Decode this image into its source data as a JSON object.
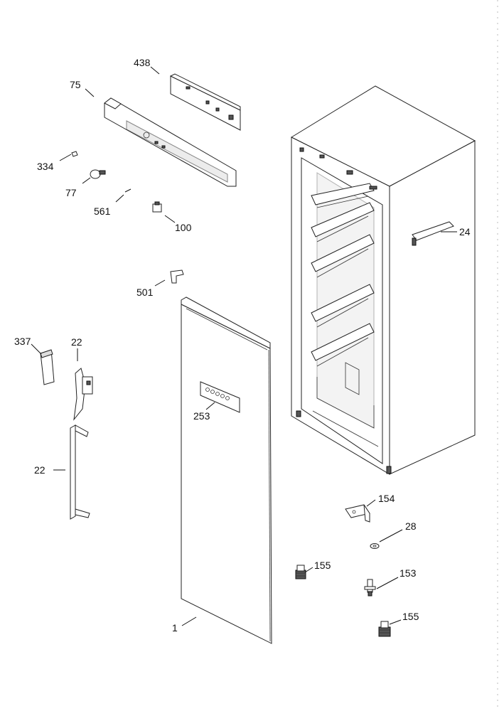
{
  "labels": {
    "l438": "438",
    "l75": "75",
    "l334": "334",
    "l77": "77",
    "l561": "561",
    "l100": "100",
    "l24": "24",
    "l501": "501",
    "l337": "337",
    "l22a": "22",
    "l253": "253",
    "l22b": "22",
    "l154": "154",
    "l28": "28",
    "l155a": "155",
    "l153": "153",
    "l155b": "155",
    "l1": "1"
  },
  "colors": {
    "stroke": "#111111",
    "fill": "#ffffff",
    "shade": "#dddddd"
  }
}
